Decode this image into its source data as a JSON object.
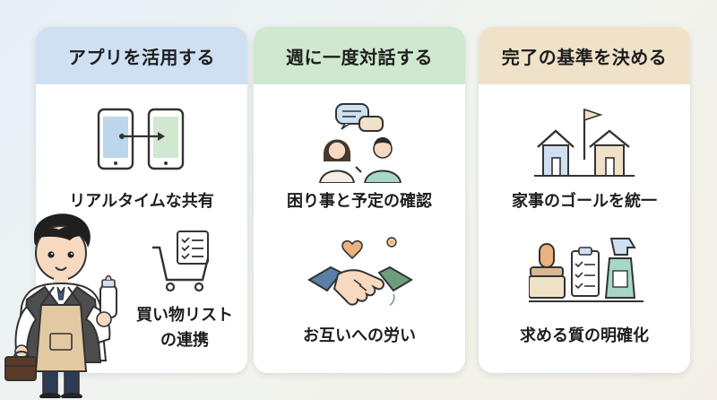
{
  "cards": [
    {
      "title": "アプリを活用する",
      "items": [
        "リアルタイムな共有",
        "買い物リスト",
        "の連携"
      ]
    },
    {
      "title": "週に一度対話する",
      "items": [
        "困り事と予定の確認",
        "お互いへの労い"
      ]
    },
    {
      "title": "完了の基準を決める",
      "items": [
        "家事のゴールを統一",
        "求める質の明確化"
      ]
    }
  ],
  "icons": {
    "phones": "phone-sync-icon",
    "cart": "shopping-cart-icon",
    "couple": "couple-talking-icon",
    "handshake": "handshake-icon",
    "houses": "houses-flag-icon",
    "cleaning": "cleaning-supplies-icon",
    "helper": "man-with-apron-icon"
  },
  "colors": {
    "header_blue": "#cfe0f2",
    "header_green": "#cfe8cf",
    "header_beige": "#f0e2c8"
  }
}
